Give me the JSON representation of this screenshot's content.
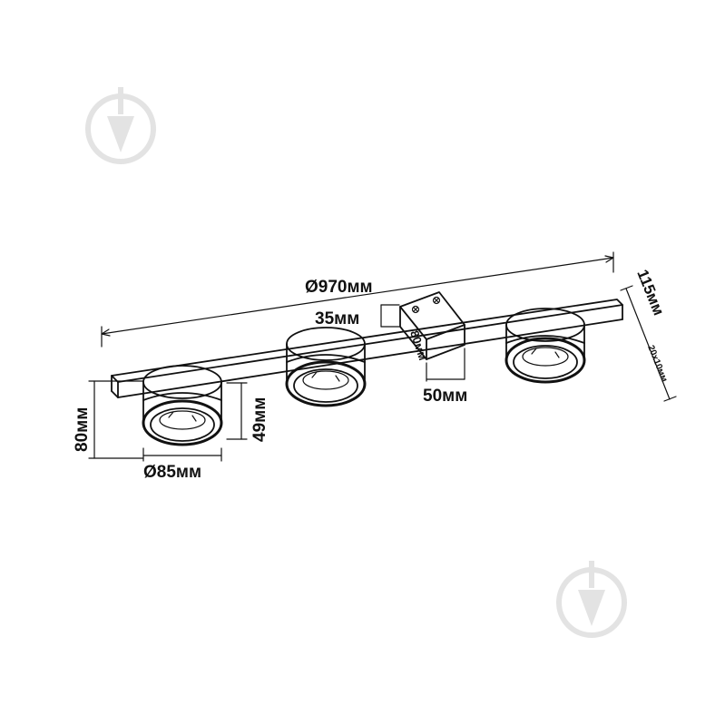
{
  "colors": {
    "line": "#111111",
    "background": "#ffffff",
    "watermark": "#e3e3e3"
  },
  "dimensions": {
    "total_length": "Ø970мм",
    "bar_height": "115мм",
    "bar_section": "20x10мм",
    "canopy_height": "35мм",
    "canopy_length": "80мм",
    "canopy_width": "50мм",
    "lamp_diameter": "Ø85мм",
    "lamp_height": "49мм",
    "lamp_total_height": "80мм"
  },
  "watermarks": [
    "watermark-logo-icon",
    "watermark-logo-icon"
  ],
  "lamps": [
    "spotlight-left",
    "spotlight-middle",
    "spotlight-right"
  ]
}
